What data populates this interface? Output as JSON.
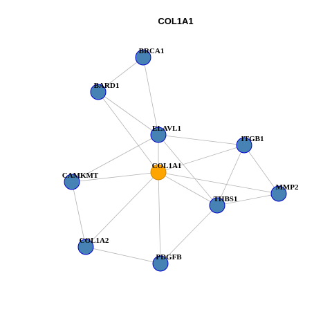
{
  "title": "COL1A1",
  "colors": {
    "node_fill": "#4682b4",
    "node_stroke": "#0000cd",
    "center_fill": "#ffa500",
    "center_stroke": "#cd8500",
    "edge": "#b3b3b3"
  },
  "nodes": [
    {
      "id": "BRCA1",
      "label": "BRCA1",
      "center": false
    },
    {
      "id": "BARD1",
      "label": "BARD1",
      "center": false
    },
    {
      "id": "ELAVL1",
      "label": "ELAVL1",
      "center": false
    },
    {
      "id": "ITGB1",
      "label": "ITGB1",
      "center": false
    },
    {
      "id": "COL1A1",
      "label": "COL1A1",
      "center": true
    },
    {
      "id": "CAMKMT",
      "label": "CAMKMT",
      "center": false
    },
    {
      "id": "MMP2",
      "label": "MMP2",
      "center": false
    },
    {
      "id": "THBS1",
      "label": "THBS1",
      "center": false
    },
    {
      "id": "COL1A2",
      "label": "COL1A2",
      "center": false
    },
    {
      "id": "PDGFB",
      "label": "PDGFB",
      "center": false
    }
  ],
  "edges": [
    [
      "BRCA1",
      "BARD1"
    ],
    [
      "BRCA1",
      "ELAVL1"
    ],
    [
      "BARD1",
      "ELAVL1"
    ],
    [
      "BARD1",
      "COL1A1"
    ],
    [
      "ELAVL1",
      "COL1A1"
    ],
    [
      "ELAVL1",
      "ITGB1"
    ],
    [
      "ELAVL1",
      "CAMKMT"
    ],
    [
      "ELAVL1",
      "THBS1"
    ],
    [
      "ITGB1",
      "COL1A1"
    ],
    [
      "ITGB1",
      "THBS1"
    ],
    [
      "ITGB1",
      "MMP2"
    ],
    [
      "COL1A1",
      "CAMKMT"
    ],
    [
      "COL1A1",
      "THBS1"
    ],
    [
      "COL1A1",
      "MMP2"
    ],
    [
      "COL1A1",
      "COL1A2"
    ],
    [
      "COL1A1",
      "PDGFB"
    ],
    [
      "THBS1",
      "MMP2"
    ],
    [
      "THBS1",
      "PDGFB"
    ],
    [
      "CAMKMT",
      "COL1A2"
    ],
    [
      "COL1A2",
      "PDGFB"
    ]
  ]
}
